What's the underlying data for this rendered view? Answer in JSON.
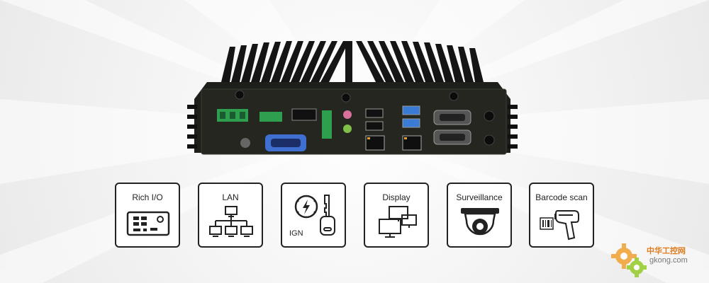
{
  "features": [
    {
      "label": "Rich I/O",
      "icon": "io-panel-icon"
    },
    {
      "label": "LAN",
      "icon": "network-tree-icon"
    },
    {
      "label": "IGN",
      "icon": "ignition-key-icon"
    },
    {
      "label": "Display",
      "icon": "multi-display-icon"
    },
    {
      "label": "Surveillance",
      "icon": "dome-camera-icon"
    },
    {
      "label": "Barcode scan",
      "icon": "barcode-scanner-icon"
    }
  ],
  "watermark": {
    "line1": "中华工控网",
    "line2": "gkong.com"
  },
  "colors": {
    "accent": "#3a7bd5",
    "terminal": "#2e9e4f",
    "chassis": "#1b1b1b",
    "watermark": "#e07b1c"
  }
}
